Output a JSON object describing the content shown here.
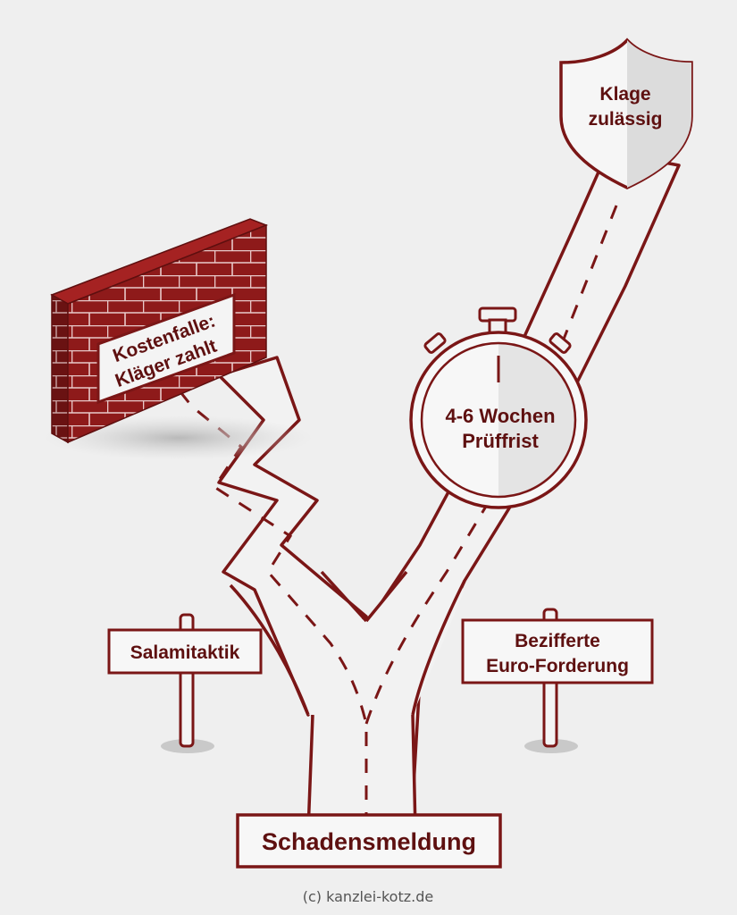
{
  "labels": {
    "start": "Schadensmeldung",
    "wall_line1": "Kostenfalle:",
    "wall_line2": "Kläger zahlt",
    "stopwatch_line1": "4-6 Wochen",
    "stopwatch_line2": "Prüffrist",
    "shield_line1": "Klage",
    "shield_line2": "zulässig",
    "sign_left": "Salamitaktik",
    "sign_right_line1": "Bezifferte",
    "sign_right_line2": "Euro-Forderung"
  },
  "footer": {
    "credit": "(c) kanzlei-kotz.de"
  },
  "colors": {
    "accent": "#7a1616",
    "brick": "#8e1a1a",
    "brick_dark": "#5e0f0f",
    "road": "#f2f2f2",
    "background": "#efefef"
  },
  "icons": {
    "wall": "brick-wall-icon",
    "stopwatch": "stopwatch-icon",
    "shield": "shield-icon",
    "signpost": "signpost-icon"
  }
}
